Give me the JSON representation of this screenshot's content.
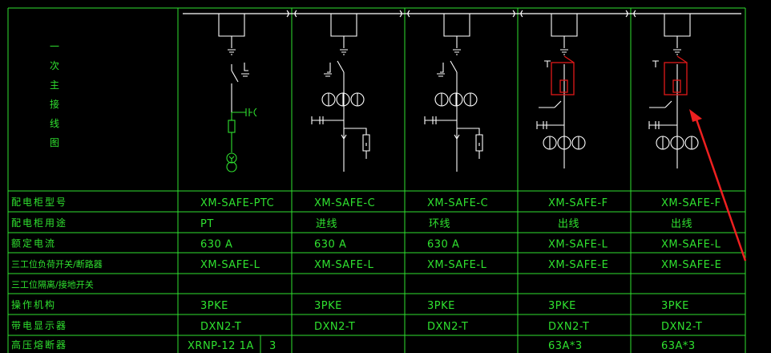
{
  "diagram_title": "一次主接线图",
  "row_labels": [
    "配电柜型号",
    "配电柜用途",
    "额定电流",
    "三工位负荷开关/断路器",
    "三工位隔离/接地开关",
    "操作机构",
    "带电显示器",
    "高压熔断器"
  ],
  "columns": [
    {
      "model": "XM-SAFE-PTC",
      "usage": "PT",
      "rated_current": "630 A",
      "switch": "XM-SAFE-L",
      "isolator": "",
      "mechanism": "3PKE",
      "indicator": "DXN2-T",
      "fuse": "XRNP-12 1A",
      "fuse_qty": "3"
    },
    {
      "model": "XM-SAFE-C",
      "usage": "进线",
      "rated_current": "630 A",
      "switch": "XM-SAFE-L",
      "isolator": "",
      "mechanism": "3PKE",
      "indicator": "DXN2-T",
      "fuse": "",
      "fuse_qty": ""
    },
    {
      "model": "XM-SAFE-C",
      "usage": "环线",
      "rated_current": "630 A",
      "switch": "XM-SAFE-L",
      "isolator": "",
      "mechanism": "3PKE",
      "indicator": "DXN2-T",
      "fuse": "",
      "fuse_qty": ""
    },
    {
      "model": "XM-SAFE-F",
      "usage": "出线",
      "rated_current": "XM-SAFE-L",
      "switch": "XM-SAFE-E",
      "isolator": "",
      "mechanism": "3PKE",
      "indicator": "DXN2-T",
      "fuse": "63A*3",
      "fuse_qty": ""
    },
    {
      "model": "XM-SAFE-F",
      "usage": "出线",
      "rated_current": "XM-SAFE-L",
      "switch": "XM-SAFE-E",
      "isolator": "",
      "mechanism": "3PKE",
      "indicator": "DXN2-T",
      "fuse": "63A*3",
      "fuse_qty": ""
    }
  ],
  "colors": {
    "background": "#000000",
    "line": "#2fe02f",
    "circuit": "#ffffff",
    "highlight": "#e01818",
    "arrow": "#ee2020"
  },
  "icons": [
    "annotation-arrow-icon"
  ]
}
